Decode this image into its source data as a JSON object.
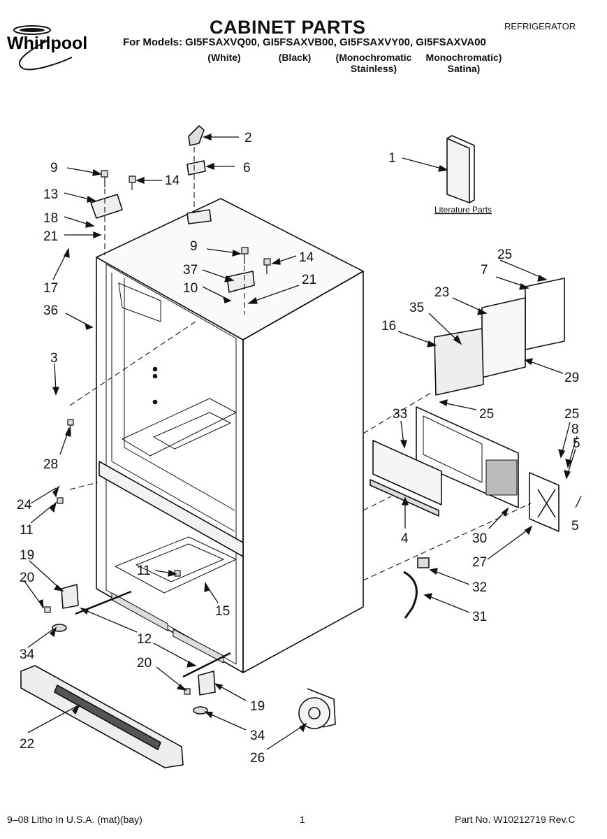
{
  "header": {
    "brand": "Whirlpool",
    "title": "CABINET PARTS",
    "appliance": "REFRIGERATOR",
    "models": "For Models: GI5FSAXVQ00, GI5FSAXVB00, GI5FSAXVY00, GI5FSAXVA00",
    "variants": [
      {
        "line1": "(White)",
        "line2": ""
      },
      {
        "line1": "(Black)",
        "line2": ""
      },
      {
        "line1": "(Monochromatic",
        "line2": "Stainless)"
      },
      {
        "line1": "Monochromatic)",
        "line2": "Satina)"
      }
    ]
  },
  "diagram": {
    "literature_label": "Literature Parts",
    "callouts": [
      "1",
      "2",
      "3",
      "4",
      "5",
      "5",
      "6",
      "7",
      "8",
      "9",
      "9",
      "10",
      "11",
      "11",
      "12",
      "13",
      "14",
      "14",
      "15",
      "16",
      "17",
      "18",
      "19",
      "19",
      "20",
      "20",
      "21",
      "21",
      "22",
      "23",
      "24",
      "25",
      "25",
      "25",
      "26",
      "27",
      "28",
      "29",
      "30",
      "31",
      "32",
      "33",
      "34",
      "34",
      "35",
      "36",
      "37"
    ]
  },
  "footer": {
    "left": "9–08 Litho In U.S.A. (mat)(bay)",
    "page": "1",
    "part_no": "Part No. W10212719 Rev.C"
  },
  "colors": {
    "ink": "#111111",
    "paper": "#ffffff"
  }
}
